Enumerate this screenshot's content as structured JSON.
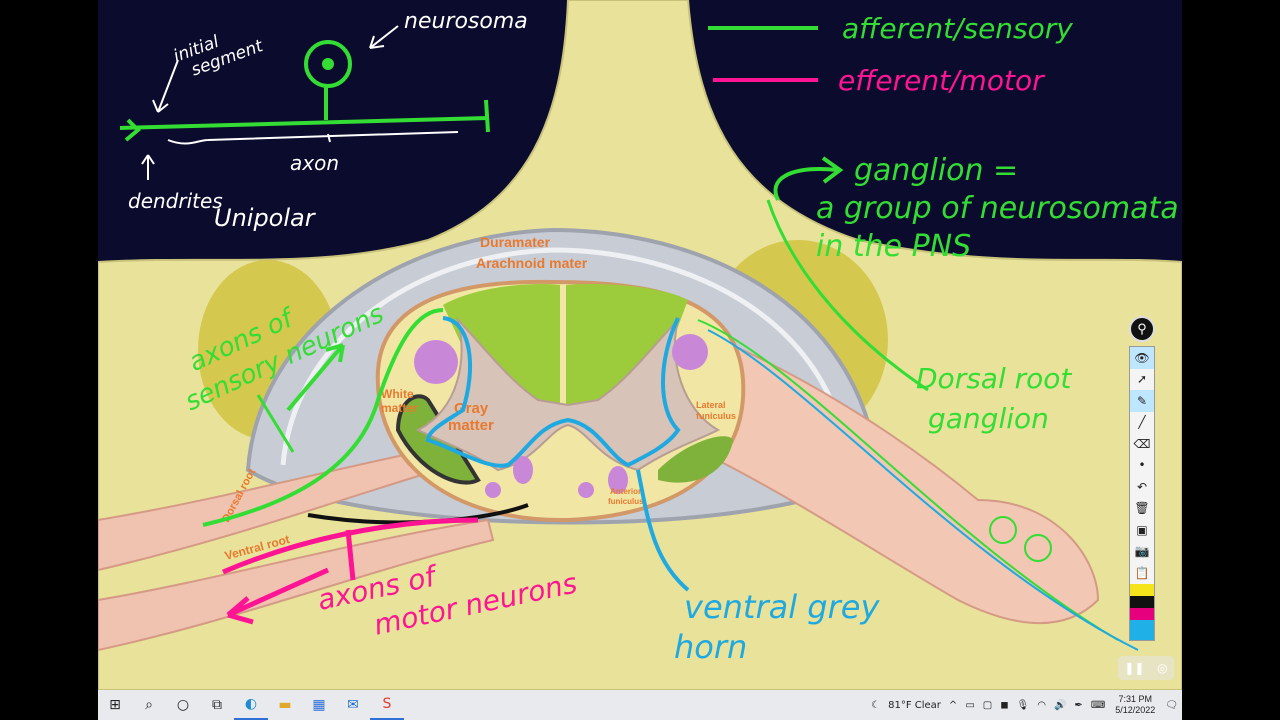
{
  "diagram": {
    "tissue_labels": {
      "dura": "Duramater",
      "arachnoid": "Arachnoid mater",
      "white_matter": "White\nmatter",
      "gray_matter": "Gray\nmatter",
      "lateral_funiculus": "Lateral\nfuniculus",
      "anterior_funiculus": "Anterior\nfuniculus",
      "dorsal_root": "Dorsal root",
      "ventral_root": "Ventral root"
    },
    "handwritten": {
      "neurosoma": "neurosoma",
      "initial_segment": "initial\nsegment",
      "axon": "axon",
      "dendrites": "dendrites",
      "unipolar": "Unipolar",
      "legend_afferent": "afferent/sensory",
      "legend_efferent": "efferent/motor",
      "ganglion_def": "ganglion =\na group of neurosomata\nin the PNS",
      "dorsal_root_ganglion": "Dorsal root\nganglion",
      "axons_sensory": "axons of\nsensory neurons",
      "axons_motor": "axons of\nmotor neurons",
      "ventral_grey_horn": "ventral grey\nhorn"
    },
    "colors": {
      "afferent": "#33dd33",
      "efferent": "#ff1493",
      "grey_horn": "#1fa9e0",
      "tissue_label": "#e87a30"
    }
  },
  "toolbar": {
    "tools": [
      "eye-icon",
      "cursor-icon",
      "highlighter-icon",
      "pen-icon",
      "eraser-icon",
      "dot-icon",
      "undo-icon",
      "trash-icon",
      "whiteboard-icon",
      "camera-icon",
      "clipboard-icon"
    ],
    "swatches": [
      "#f5e31c",
      "#111111",
      "#e6007e",
      "#1fb0e8"
    ]
  },
  "taskbar": {
    "weather": "81°F  Clear",
    "time": "7:31 PM",
    "date": "5/12/2022"
  }
}
